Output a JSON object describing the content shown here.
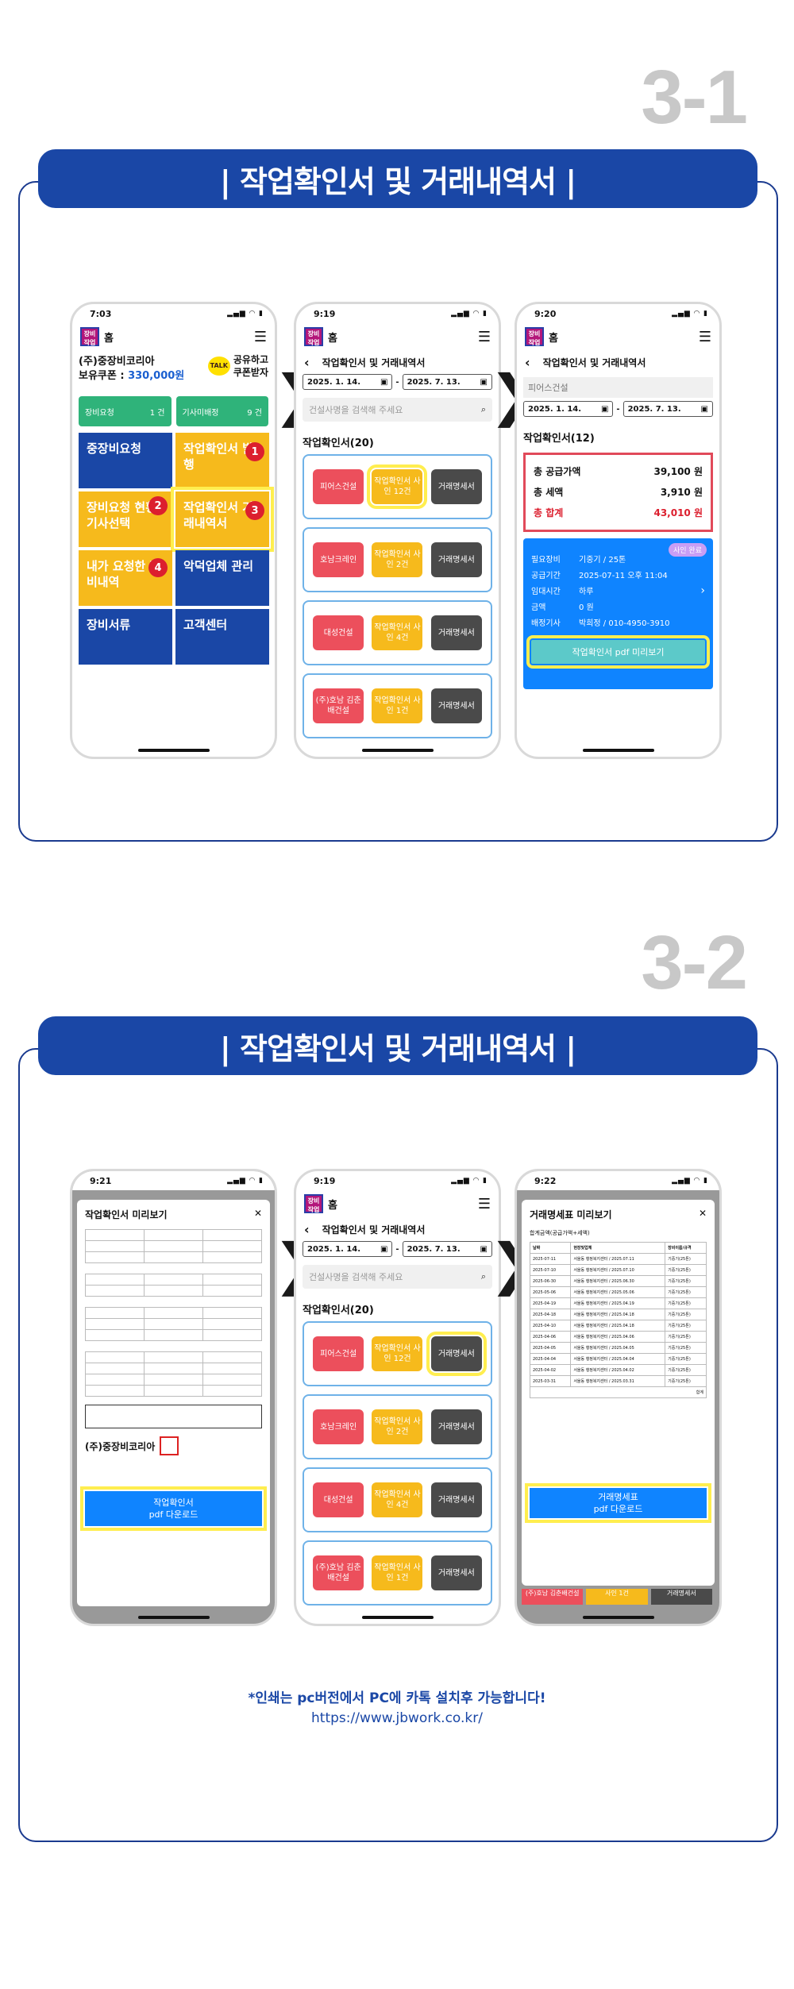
{
  "section1": {
    "step": "3-1",
    "banner": "| 작업확인서 및 거래내역서 |"
  },
  "section2": {
    "step": "3-2",
    "banner": "| 작업확인서 및 거래내역서 |"
  },
  "app": {
    "home": "홈",
    "logo": "장비\n작업",
    "page_title": "작업확인서 및 거래내역서"
  },
  "p1": {
    "time": "7:03",
    "company": "(주)중장비코리아",
    "coupon_label": "보유쿠폰 : ",
    "coupon_value": "330,000원",
    "talk": "TALK",
    "talk_text1": "공유하고",
    "talk_text2": "쿠폰받자",
    "g1_label": "장비요청",
    "g1_count": "1 건",
    "g2_label": "기사미배정",
    "g2_count": "9 건",
    "t1": "중장비요청",
    "t2": "작업확인서 발행",
    "t3": "장비요청 현황 기사선택",
    "t4": "작업확인서 거래내역서",
    "t5": "내가 요청한 장비내역",
    "t6": "악덕업체 관리",
    "t7": "장비서류",
    "t8": "고객센터",
    "n1": "1",
    "n2": "2",
    "n3": "3",
    "n4": "4"
  },
  "p2": {
    "time": "9:19",
    "date_from": "2025. 1. 14.",
    "date_to": "2025. 7. 13.",
    "search_placeholder": "건설사명을 검색해 주세요",
    "section": "작업확인서(20)",
    "cards": [
      {
        "name": "피어스건설",
        "sign": "작업확인서 사인 12건",
        "deal": "거래명세서"
      },
      {
        "name": "호남크레인",
        "sign": "작업확인서 사인 2건",
        "deal": "거래명세서"
      },
      {
        "name": "대성건설",
        "sign": "작업확인서 사인 4건",
        "deal": "거래명세서"
      },
      {
        "name": "(주)호남 김춘배건설",
        "sign": "작업확인서 사인 1건",
        "deal": "거래명세서"
      }
    ]
  },
  "p3": {
    "time": "9:20",
    "company": "피어스건설",
    "date_from": "2025. 1. 14.",
    "date_to": "2025. 7. 13.",
    "section": "작업확인서(12)",
    "supply_label": "총 공급가액",
    "supply_value": "39,100 원",
    "tax_label": "총 세액",
    "tax_value": "3,910 원",
    "total_label": "총 합계",
    "total_value": "43,010 원",
    "sign_done": "사인 완료",
    "details": [
      {
        "k": "필요장비",
        "v": "기중기 / 25톤"
      },
      {
        "k": "공급기간",
        "v": "2025-07-11 오후 11:04"
      },
      {
        "k": "임대시간",
        "v": "하루"
      },
      {
        "k": "금액",
        "v": "0 원"
      },
      {
        "k": "배정기사",
        "v": "박희정 / 010-4950-3910"
      }
    ],
    "pdf_btn": "작업확인서 pdf 미리보기"
  },
  "q1": {
    "time": "9:21",
    "modal_title": "작업확인서 미리보기",
    "company_sig": "(주)중장비코리아",
    "download": "작업확인서\npdf 다운로드"
  },
  "q2": {
    "time": "9:19",
    "date_from": "2025. 1. 14.",
    "date_to": "2025. 7. 13.",
    "search_placeholder": "건설사명을 검색해 주세요",
    "section": "작업확인서(20)",
    "cards": [
      {
        "name": "피어스건설",
        "sign": "작업확인서 사인 12건",
        "deal": "거래명세서"
      },
      {
        "name": "호남크레인",
        "sign": "작업확인서 사인 2건",
        "deal": "거래명세서"
      },
      {
        "name": "대성건설",
        "sign": "작업확인서 사인 4건",
        "deal": "거래명세서"
      },
      {
        "name": "(주)호남 김춘배건설",
        "sign": "작업확인서 사인 1건",
        "deal": "거래명세서"
      }
    ]
  },
  "q3": {
    "time": "9:22",
    "modal_title": "거래명세표 미리보기",
    "sum_label": "합계금액(공급가액+세액)",
    "table_head": [
      "날짜",
      "현장및업체",
      "장비이름/규격"
    ],
    "rows": [
      [
        "2025-07-11",
        "서울동 행정복지센터 / 2025.07.11",
        "기중기(25톤)"
      ],
      [
        "2025-07-10",
        "서울동 행정복지센터 / 2025.07.10",
        "기중기(25톤)"
      ],
      [
        "2025-06-30",
        "서울동 행정복지센터 / 2025.06.30",
        "기중기(25톤)"
      ],
      [
        "2025-05-06",
        "서울동 행정복지센터 / 2025.05.06",
        "기중기(25톤)"
      ],
      [
        "2025-04-19",
        "서울동 행정복지센터 / 2025.04.19",
        "기중기(25톤)"
      ],
      [
        "2025-04-18",
        "서울동 행정복지센터 / 2025.04.18",
        "기중기(25톤)"
      ],
      [
        "2025-04-10",
        "서울동 행정복지센터 / 2025.04.18",
        "기중기(25톤)"
      ],
      [
        "2025-04-06",
        "서울동 행정복지센터 / 2025.04.06",
        "기중기(25톤)"
      ],
      [
        "2025-04-05",
        "서울동 행정복지센터 / 2025.04.05",
        "기중기(25톤)"
      ],
      [
        "2025-04-04",
        "서울동 행정복지센터 / 2025.04.04",
        "기중기(25톤)"
      ],
      [
        "2025-04-02",
        "서울동 행정복지센터 / 2025.04.02",
        "기중기(25톤)"
      ],
      [
        "2025-03-31",
        "서울동 행정복지센터 / 2025.03.31",
        "기중기(25톤)"
      ]
    ],
    "total": "합계",
    "download": "거래명세표\npdf 다운로드",
    "behind_name": "(주)호남 김춘배건설",
    "behind_sign": "사인 1건",
    "behind_deal": "거래명세서"
  },
  "notice": "*인쇄는 pc버전에서 PC에 카톡 설치후 가능합니다!",
  "url": "https://www.jbwork.co.kr/"
}
